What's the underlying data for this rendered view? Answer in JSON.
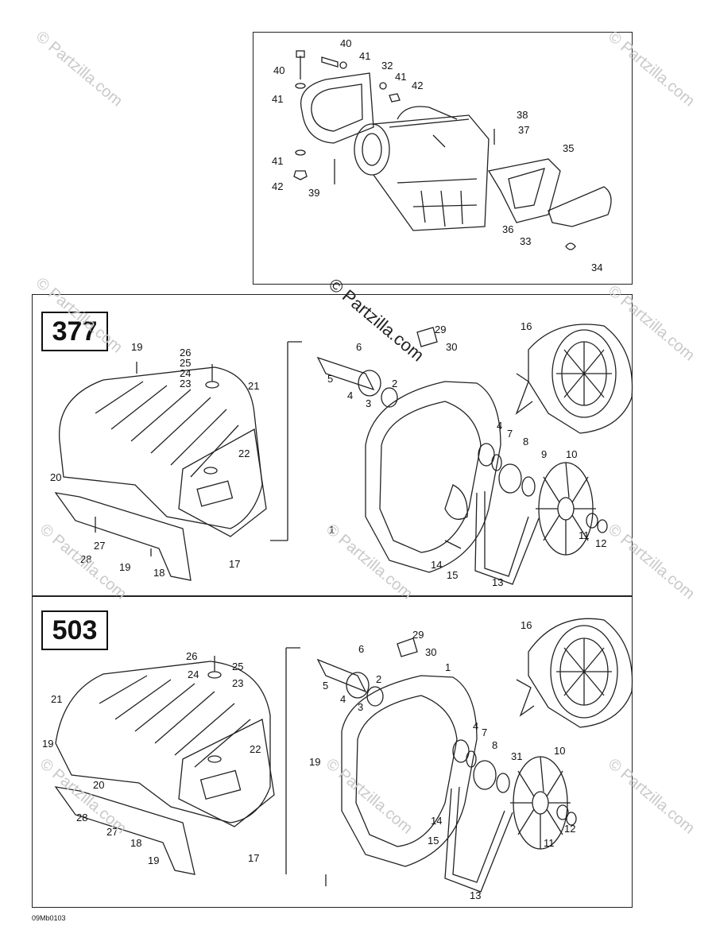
{
  "watermark": {
    "main": "© Partzilla.com",
    "faint": "© Partzilla.com"
  },
  "engine_labels": {
    "top": "377",
    "bottom": "503"
  },
  "footer_code": "09Mb0103",
  "top_panel_labels": [
    "40",
    "40",
    "41",
    "41",
    "32",
    "41",
    "42",
    "41",
    "42",
    "38",
    "37",
    "35",
    "39",
    "36",
    "33",
    "34"
  ],
  "mid_panel_labels": [
    "19",
    "26",
    "25",
    "24",
    "23",
    "21",
    "22",
    "20",
    "27",
    "28",
    "19",
    "18",
    "17",
    "6",
    "5",
    "4",
    "3",
    "2",
    "29",
    "30",
    "16",
    "1",
    "4",
    "7",
    "8",
    "9",
    "10",
    "14",
    "15",
    "13",
    "11",
    "12"
  ],
  "bot_panel_labels": [
    "26",
    "25",
    "24",
    "23",
    "21",
    "19",
    "22",
    "19",
    "20",
    "28",
    "27",
    "18",
    "19",
    "17",
    "6",
    "5",
    "4",
    "3",
    "2",
    "29",
    "30",
    "1",
    "16",
    "4",
    "7",
    "8",
    "31",
    "10",
    "14",
    "15",
    "13",
    "11",
    "12"
  ]
}
